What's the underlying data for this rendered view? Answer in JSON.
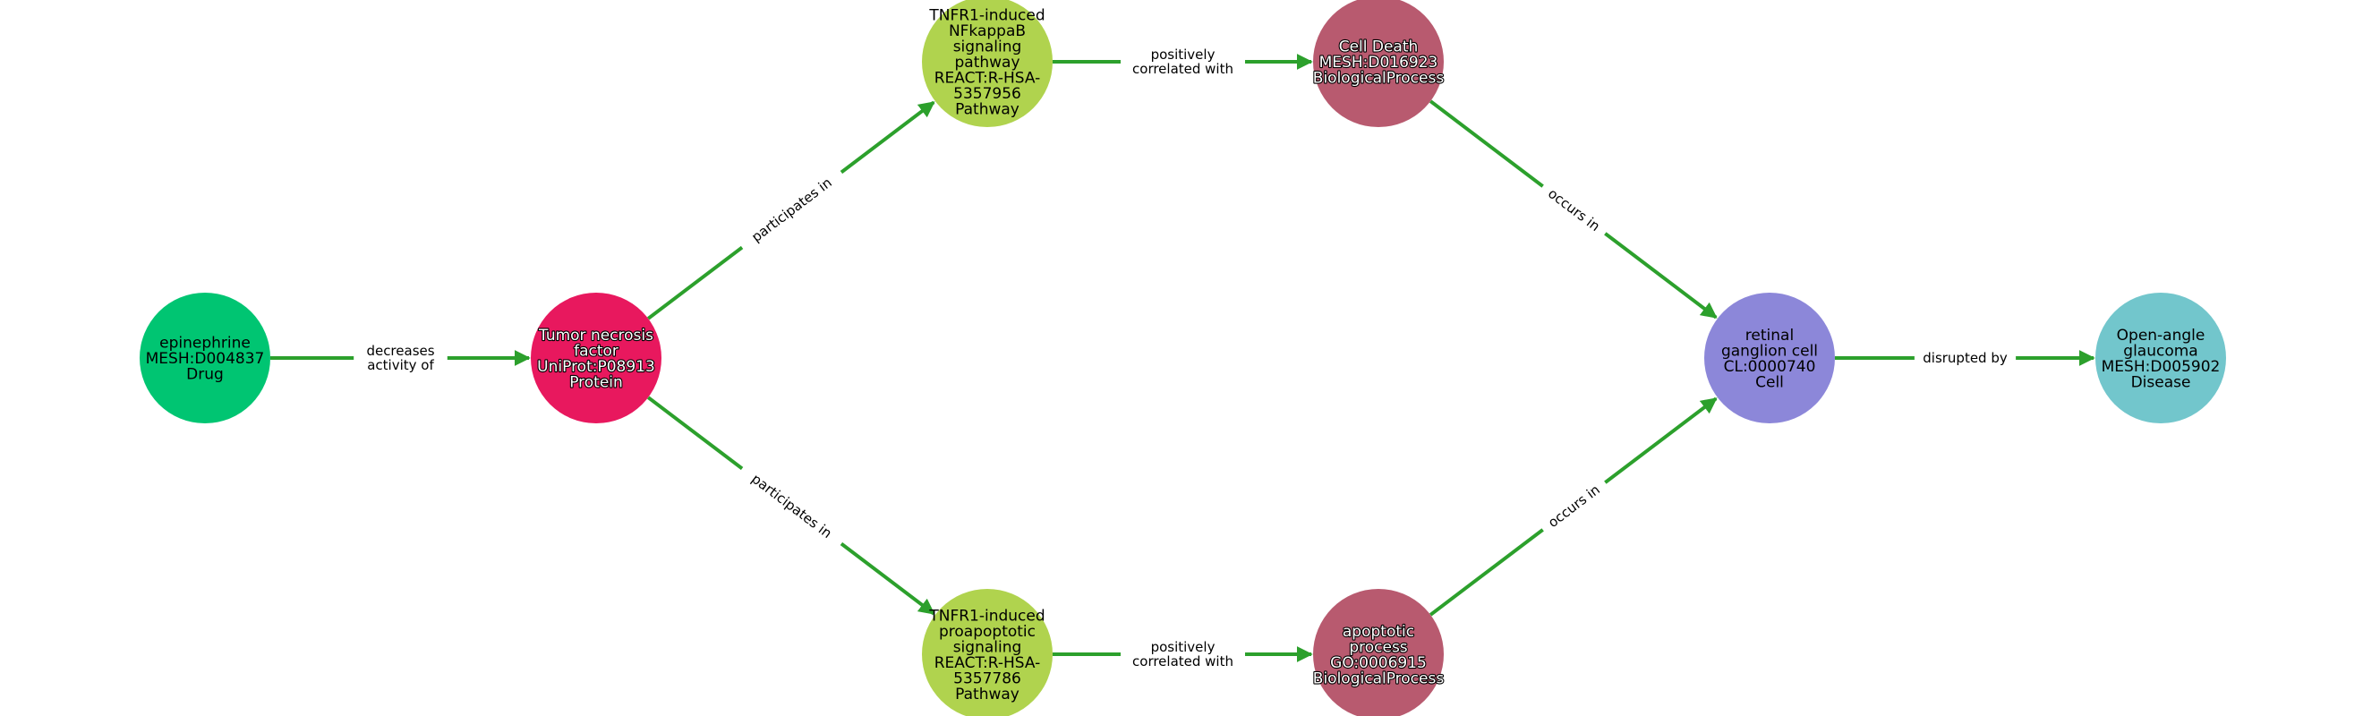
{
  "graph": {
    "edge_color": "#2ca02c",
    "nodes": [
      {
        "id": "epinephrine",
        "lines": [
          "epinephrine",
          "MESH:D004837",
          "Drug"
        ],
        "color": "#00c572",
        "text_color": "#000000",
        "halo": false
      },
      {
        "id": "tnf",
        "lines": [
          "Tumor necrosis",
          "factor",
          "UniProt:P08913",
          "Protein"
        ],
        "color": "#e8185e",
        "text_color": "#ffffff",
        "halo": true
      },
      {
        "id": "tnfr1-nfkb",
        "lines": [
          "TNFR1-induced",
          "NFkappaB",
          "signaling",
          "pathway",
          "REACT:R-HSA-",
          "5357956",
          "Pathway"
        ],
        "color": "#b0d34e",
        "text_color": "#000000",
        "halo": false
      },
      {
        "id": "tnfr1-proapoptotic",
        "lines": [
          "TNFR1-induced",
          "proapoptotic",
          "signaling",
          "REACT:R-HSA-",
          "5357786",
          "Pathway"
        ],
        "color": "#b0d34e",
        "text_color": "#000000",
        "halo": false
      },
      {
        "id": "cell-death",
        "lines": [
          "Cell Death",
          "MESH:D016923",
          "BiologicalProcess"
        ],
        "color": "#b85a6f",
        "text_color": "#ffffff",
        "halo": true
      },
      {
        "id": "apoptotic-process",
        "lines": [
          "apoptotic",
          "process",
          "GO:0006915",
          "BiologicalProcess"
        ],
        "color": "#b85a6f",
        "text_color": "#ffffff",
        "halo": true
      },
      {
        "id": "retinal-ganglion-cell",
        "lines": [
          "retinal",
          "ganglion cell",
          "CL:0000740",
          "Cell"
        ],
        "color": "#8c87d9",
        "text_color": "#000000",
        "halo": false
      },
      {
        "id": "open-angle-glaucoma",
        "lines": [
          "Open-angle",
          "glaucoma",
          "MESH:D005902",
          "Disease"
        ],
        "color": "#72c6cc",
        "text_color": "#000000",
        "halo": false
      }
    ],
    "edges": [
      {
        "source": "epinephrine",
        "target": "tnf",
        "label_lines": [
          "decreases",
          "activity of"
        ]
      },
      {
        "source": "tnf",
        "target": "tnfr1-nfkb",
        "label_lines": [
          "participates in"
        ]
      },
      {
        "source": "tnf",
        "target": "tnfr1-proapoptotic",
        "label_lines": [
          "participates in"
        ]
      },
      {
        "source": "tnfr1-nfkb",
        "target": "cell-death",
        "label_lines": [
          "positively",
          "correlated with"
        ]
      },
      {
        "source": "tnfr1-proapoptotic",
        "target": "apoptotic-process",
        "label_lines": [
          "positively",
          "correlated with"
        ]
      },
      {
        "source": "cell-death",
        "target": "retinal-ganglion-cell",
        "label_lines": [
          "occurs in"
        ]
      },
      {
        "source": "apoptotic-process",
        "target": "retinal-ganglion-cell",
        "label_lines": [
          "occurs in"
        ]
      },
      {
        "source": "retinal-ganglion-cell",
        "target": "open-angle-glaucoma",
        "label_lines": [
          "disrupted by"
        ]
      }
    ]
  }
}
